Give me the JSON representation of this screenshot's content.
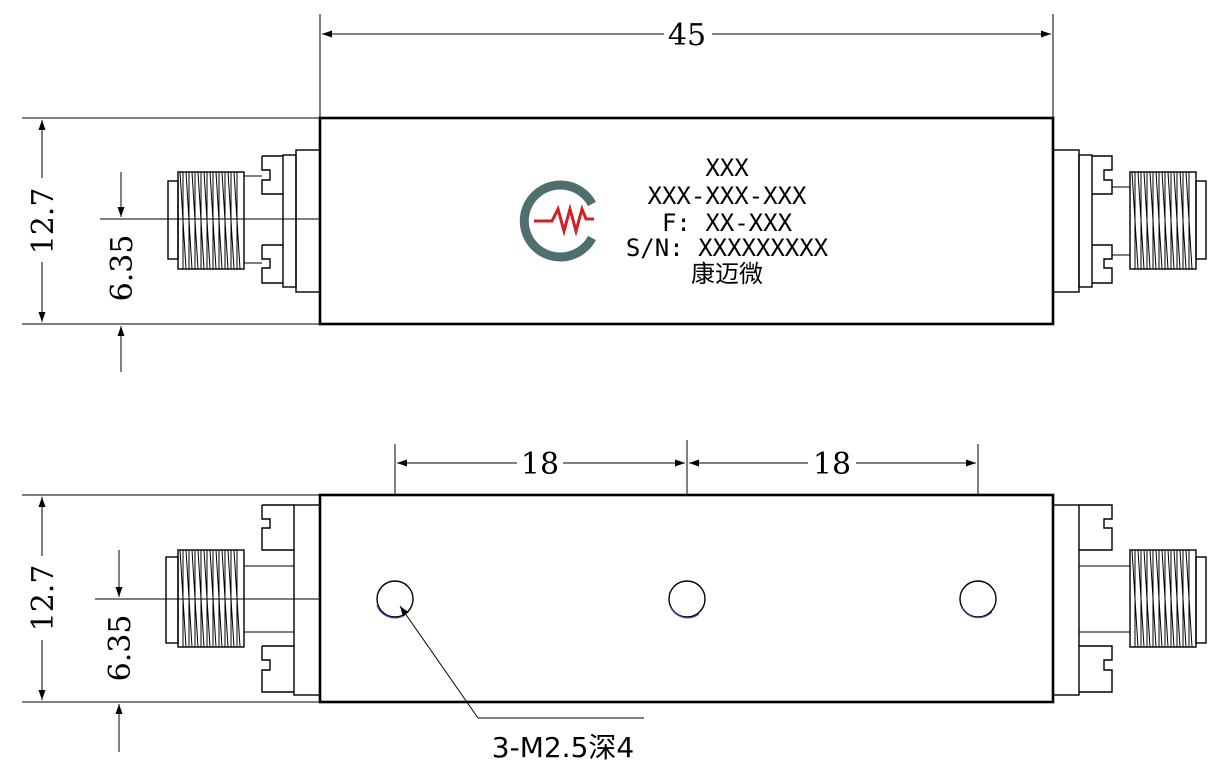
{
  "dimensions": {
    "length": "45",
    "height_top": "12.7",
    "half_height_top": "6.35",
    "spacing_left": "18",
    "spacing_right": "18",
    "height_bottom": "12.7",
    "half_height_bottom": "6.35"
  },
  "label": {
    "line1": "XXX",
    "line2": "XXX-XXX-XXX",
    "line3": "F: XX-XXX",
    "line4": "S/N: XXXXXXXXX",
    "line5": "康迈微"
  },
  "holes_note": "3-M2.5深4",
  "colors": {
    "logo_ring": "#4f6f6f",
    "logo_wave": "#d42020"
  }
}
